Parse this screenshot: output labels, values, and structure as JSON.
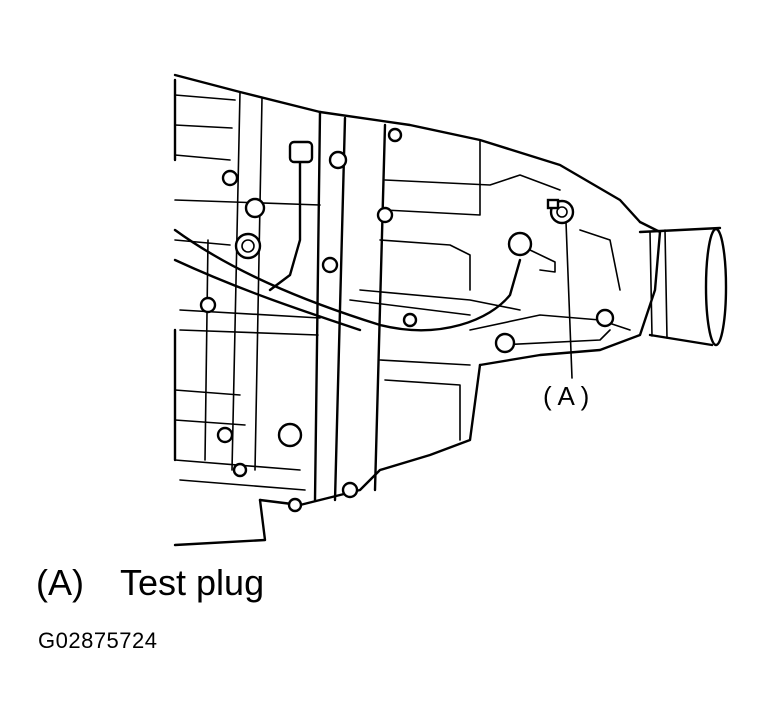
{
  "callout": {
    "label": "( A )"
  },
  "legend": {
    "key": "(A)",
    "text": "Test plug"
  },
  "figure_id": "G02875724"
}
